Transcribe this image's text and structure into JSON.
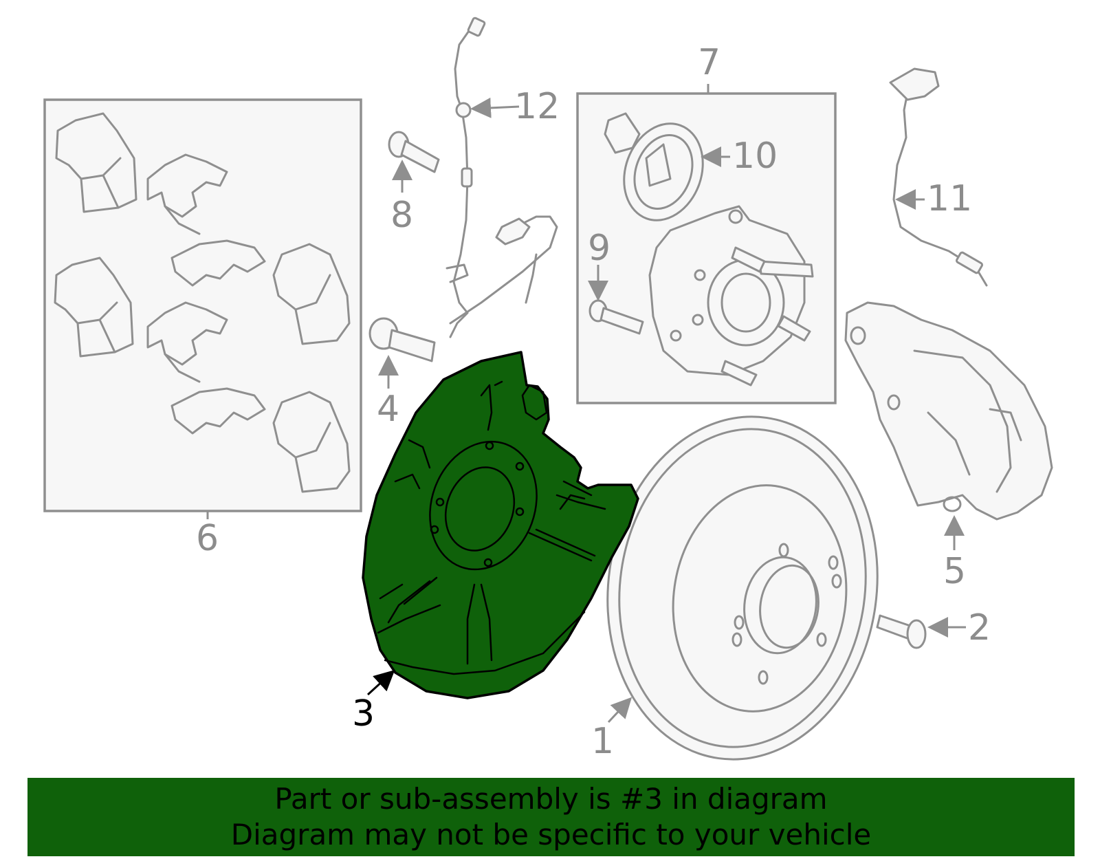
{
  "callouts": {
    "c1": "1",
    "c2": "2",
    "c3": "3",
    "c4": "4",
    "c5": "5",
    "c6": "6",
    "c7": "7",
    "c8": "8",
    "c9": "9",
    "c10": "10",
    "c11": "11",
    "c12": "12"
  },
  "highlight": {
    "part": "3",
    "color": "#0f610a"
  },
  "banner": {
    "line1": "Part or sub-assembly is #3 in diagram",
    "line2": "Diagram may not be specific to your vehicle"
  }
}
